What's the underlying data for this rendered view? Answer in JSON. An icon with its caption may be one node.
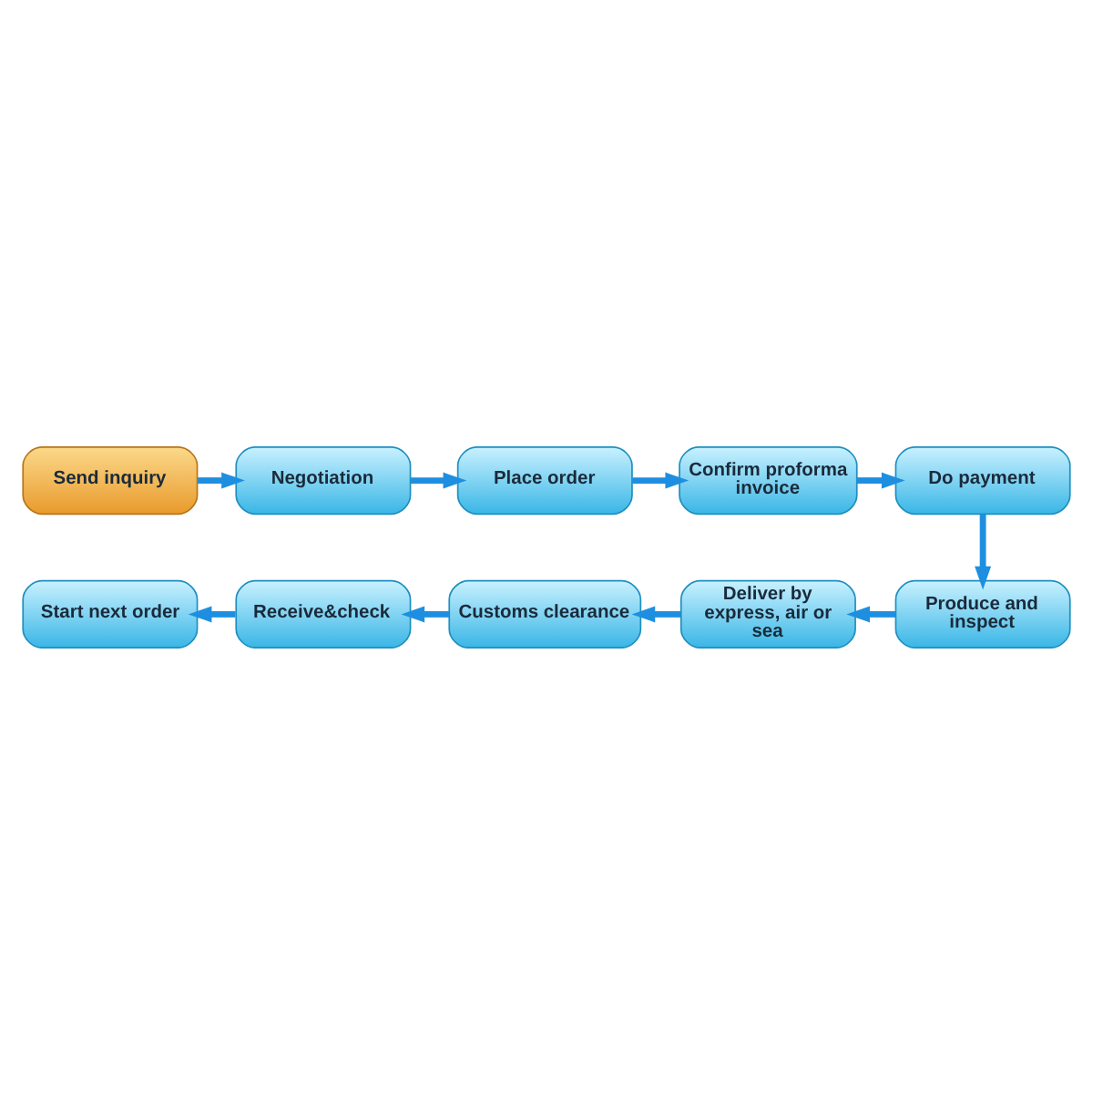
{
  "diagram": {
    "nodes": [
      {
        "text": [
          "Send inquiry"
        ]
      },
      {
        "text": [
          "Negotiation"
        ]
      },
      {
        "text": [
          "Place order"
        ]
      },
      {
        "text": [
          "Confirm proforma invoice"
        ]
      },
      {
        "text": [
          "Do payment"
        ]
      },
      {
        "text": [
          "Produce and inspect"
        ]
      },
      {
        "text": [
          "Deliver by express, air or sea"
        ]
      },
      {
        "text": [
          "Customs clearance"
        ]
      },
      {
        "text": [
          "Receive&check"
        ]
      },
      {
        "text": [
          "Start next order"
        ]
      }
    ],
    "edges": [
      {
        "from": 0,
        "to": 1,
        "arrow": "to"
      },
      {
        "from": 1,
        "to": 2,
        "arrow": "to"
      },
      {
        "from": 2,
        "to": 3,
        "arrow": "to"
      },
      {
        "from": 3,
        "to": 4,
        "arrow": "to"
      },
      {
        "from": 4,
        "to": 5,
        "arrow": "to"
      },
      {
        "from": 5,
        "to": 6,
        "arrow": "to"
      },
      {
        "from": 6,
        "to": 7,
        "arrow": "to"
      },
      {
        "from": 7,
        "to": 8,
        "arrow": "to"
      },
      {
        "from": 8,
        "to": 9,
        "arrow": "to"
      }
    ]
  }
}
